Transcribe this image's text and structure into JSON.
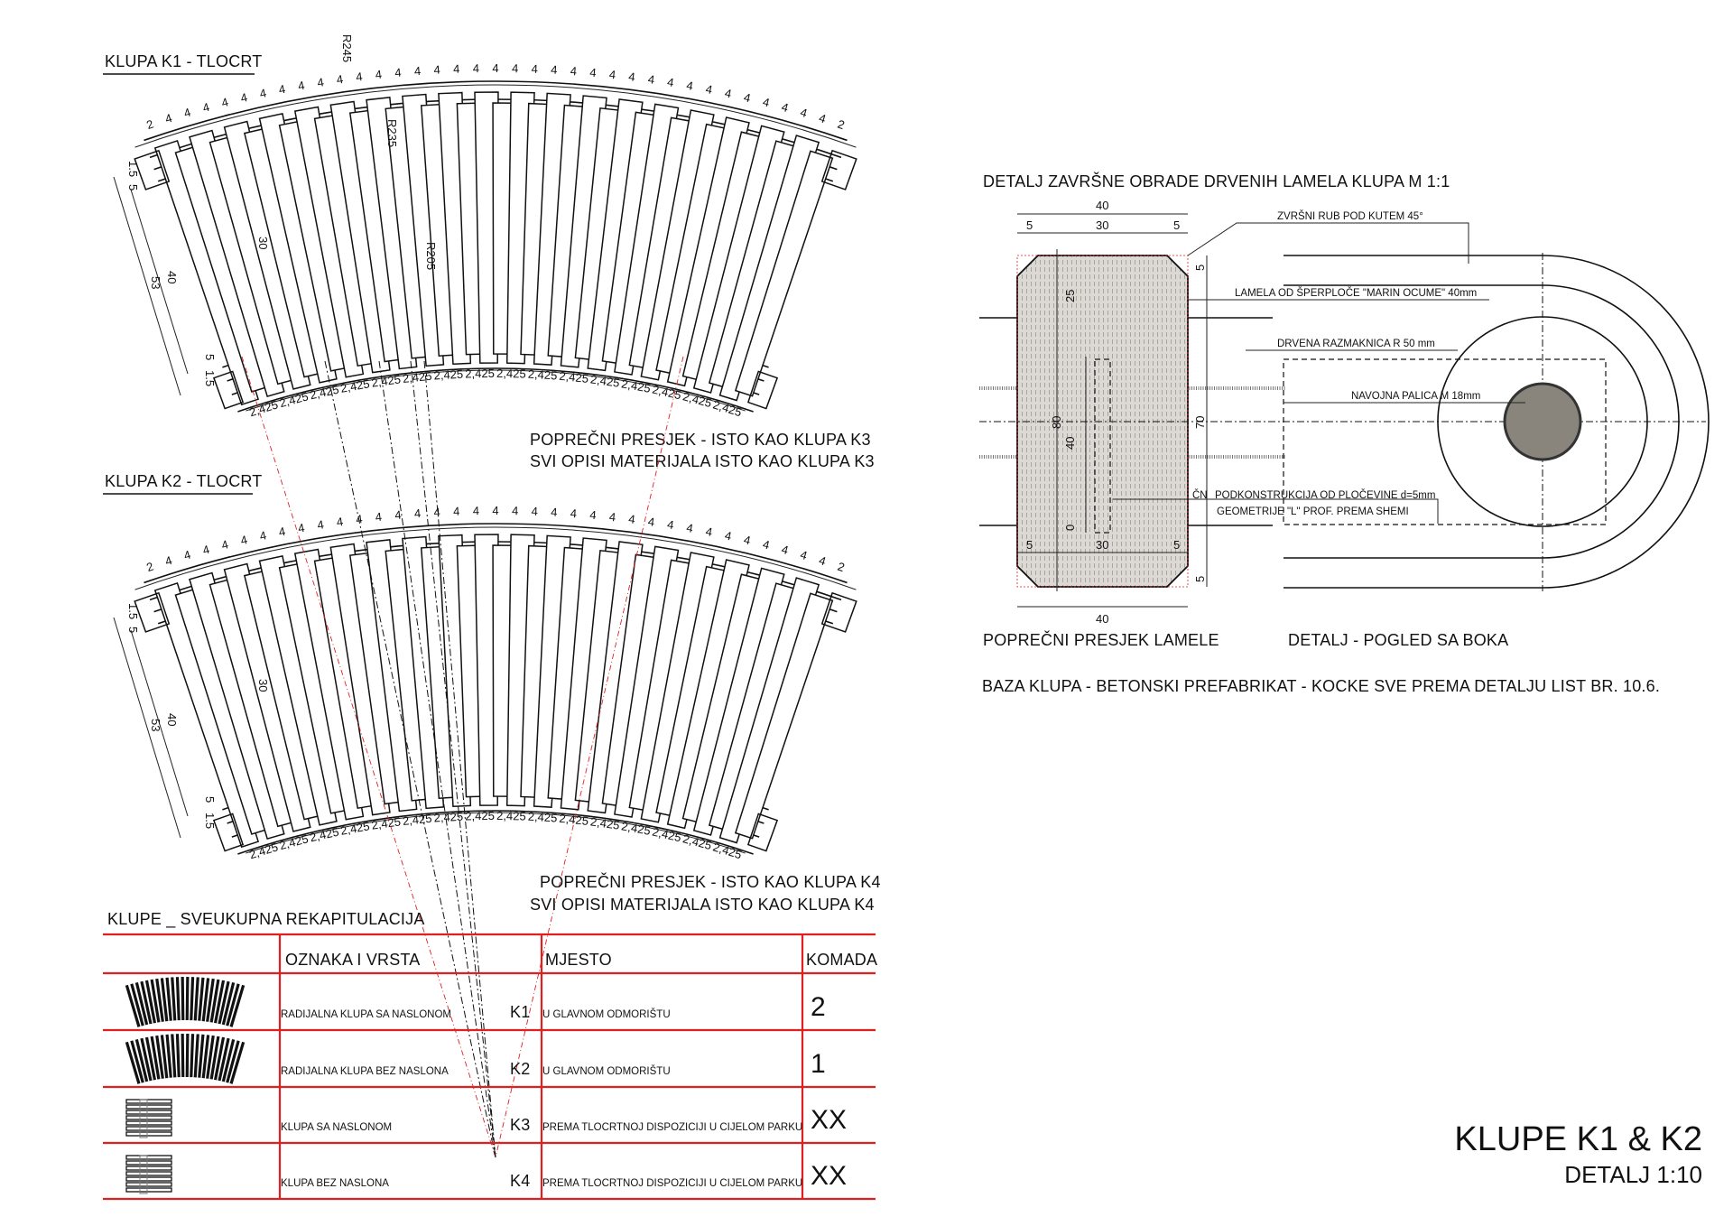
{
  "plan_k1": {
    "title": "KLUPA K1 - TLOCRT",
    "dims": [
      "R245",
      "R235",
      "R205",
      "30",
      "40",
      "53",
      "5",
      "1.5",
      "1.5",
      "5"
    ],
    "dim_top": "4",
    "dim_end": "2",
    "dim_bottom": "2,425"
  },
  "plan_k2": {
    "title": "KLUPA K2 - TLOCRT",
    "dims": [
      "30",
      "40",
      "53",
      "5",
      "1.5",
      "1.5",
      "5"
    ],
    "dim_top": "4",
    "dim_end": "2",
    "dim_bottom": "2,425"
  },
  "note_k1": {
    "line1": "POPREČNI PRESJEK - ISTO KAO KLUPA K3",
    "line2": "SVI OPISI MATERIJALA ISTO KAO KLUPA K3"
  },
  "note_k2": {
    "line1": "POPREČNI PRESJEK - ISTO KAO KLUPA K4",
    "line2": "SVI OPISI MATERIJALA ISTO KAO KLUPA K4"
  },
  "detail": {
    "title": "DETALJ ZAVRŠNE OBRADE DRVENIH LAMELA KLUPA M 1:1",
    "section_caption": "POPREČNI PRESJEK LAMELE",
    "side_caption": "DETALJ - POGLED SA BOKA",
    "base_note": "BAZA KLUPA - BETONSKI PREFABRIKAT - KOCKE SVE PREMA DETALJU LIST BR. 10.6.",
    "annotations": {
      "edge": "ZVRŠNI RUB POD KUTEM 45°",
      "lamella": "LAMELA OD ŠPERPLOČE \"MARIN OCUME\" 40mm",
      "spacer": "DRVENA RAZMAKNICA R 50 mm",
      "rod": "NAVOJNA PALICA M 18mm",
      "cn": "ČN",
      "sub1": "PODKONSTRUKCIJA OD PLOČEVINE d=5mm",
      "sub2": "GEOMETRIJE \"L\" PROF. PREMA SHEMI"
    },
    "dims": {
      "w_total": "40",
      "w_mid": "30",
      "w_edge": "5",
      "h_top": "25",
      "h_total": "80",
      "h_mid": "40",
      "h_side": "70",
      "zero": "0"
    }
  },
  "table": {
    "title": "KLUPE _ SVEUKUPNA REKAPITULACIJA",
    "headers": [
      "OZNAKA I VRSTA",
      "MJESTO",
      "KOMADA"
    ],
    "rows": [
      {
        "type": "RADIJALNA KLUPA SA NASLONOM",
        "code": "K1",
        "place": "U GLAVNOM ODMORIŠTU",
        "count": "2"
      },
      {
        "type": "RADIJALNA KLUPA BEZ NASLONA",
        "code": "K2",
        "place": "U GLAVNOM ODMORIŠTU",
        "count": "1"
      },
      {
        "type": "KLUPA SA NASLONOM",
        "code": "K3",
        "place": "PREMA TLOCRTNOJ DISPOZICIJI U CIJELOM PARKU",
        "count": "XX"
      },
      {
        "type": "KLUPA BEZ NASLONA",
        "code": "K4",
        "place": "PREMA TLOCRTNOJ DISPOZICIJI U CIJELOM PARKU",
        "count": "XX"
      }
    ]
  },
  "sheet_title": {
    "main": "KLUPE K1 & K2",
    "sub": "DETALJ 1:10"
  },
  "colors": {
    "line": "#111111",
    "table_red": "#e02020",
    "hatch": "#d9d6d2",
    "rod": "#8a857c"
  }
}
